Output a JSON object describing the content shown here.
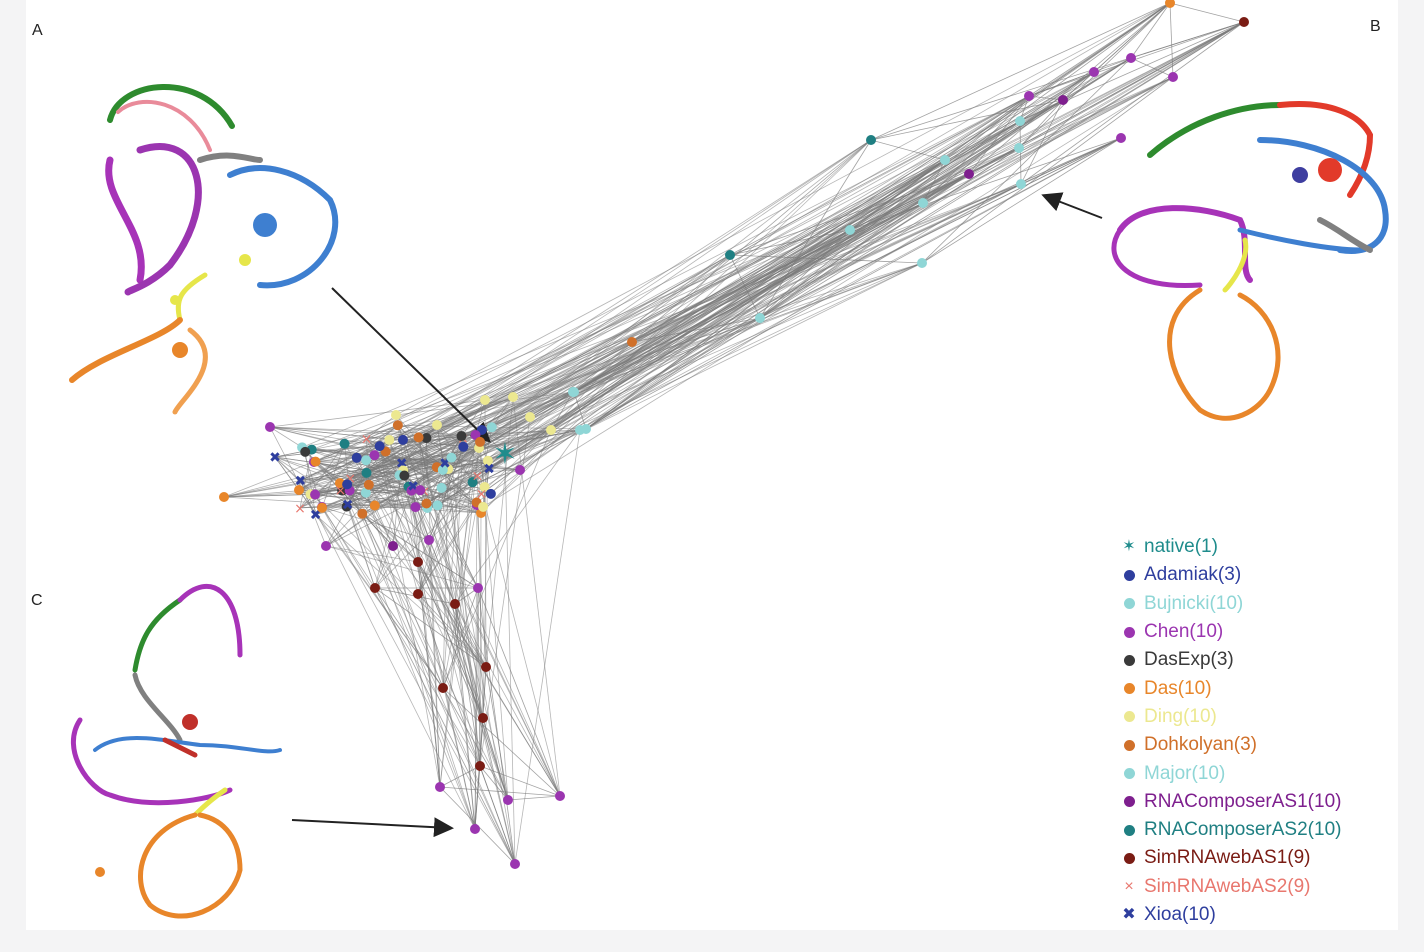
{
  "panels": {
    "a": "A",
    "b": "B",
    "c": "C"
  },
  "legend": [
    {
      "label": "native(1)",
      "color": "#1f8c8c",
      "marker": "star"
    },
    {
      "label": "Adamiak(3)",
      "color": "#2e3e9e",
      "marker": "circle"
    },
    {
      "label": "Bujnicki(10)",
      "color": "#8fd6d6",
      "marker": "circle"
    },
    {
      "label": "Chen(10)",
      "color": "#9b35b0",
      "marker": "circle"
    },
    {
      "label": "DasExp(3)",
      "color": "#3a3a3a",
      "marker": "circle"
    },
    {
      "label": "Das(10)",
      "color": "#e8862a",
      "marker": "circle"
    },
    {
      "label": "Ding(10)",
      "color": "#ece890",
      "marker": "circle"
    },
    {
      "label": "Dohkolyan(3)",
      "color": "#d0702a",
      "marker": "circle"
    },
    {
      "label": "Major(10)",
      "color": "#8fd6d6",
      "marker": "circle"
    },
    {
      "label": "RNAComposerAS1(10)",
      "color": "#7e1f8e",
      "marker": "circle"
    },
    {
      "label": "RNAComposerAS2(10)",
      "color": "#1f7f82",
      "marker": "circle"
    },
    {
      "label": "SimRNAwebAS1(9)",
      "color": "#7a1c14",
      "marker": "circle"
    },
    {
      "label": "SimRNAwebAS2(9)",
      "color": "#e8776e",
      "marker": "cross"
    },
    {
      "label": "Xioa(10)",
      "color": "#2e3e9e",
      "marker": "x"
    }
  ],
  "colors": {
    "edge": "#7a7a7a",
    "arrow": "#222222"
  }
}
